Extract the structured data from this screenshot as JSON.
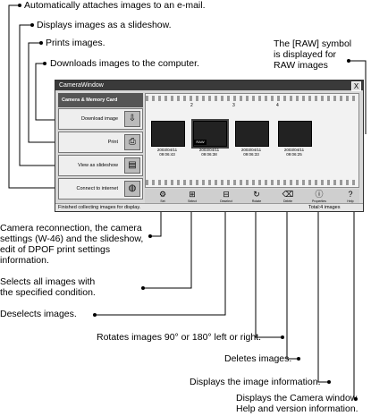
{
  "callouts": {
    "email": "Automatically attaches images to an e-mail.",
    "slideshow": "Displays images as a slideshow.",
    "print": "Prints images.",
    "download": "Downloads images to the computer.",
    "raw_line1": "The [RAW] symbol",
    "raw_line2": "is displayed for",
    "raw_line3": "RAW images",
    "set_line1": "Camera reconnection, the camera",
    "set_line2": "settings (W-46) and the slideshow,",
    "set_line3": "edit of DPOF print settings",
    "set_line4": "information.",
    "select_line1": "Selects all images with",
    "select_line2": "the specified condition.",
    "deselect": "Deselects images.",
    "rotate": "Rotates images 90° or 180° left or right.",
    "delete": "Deletes images.",
    "info": "Displays the image information.",
    "help_line1": "Displays the Camera window",
    "help_line2": "Help and version information."
  },
  "window": {
    "title": "CameraWindow",
    "close": "X",
    "panel_header": "Camera & Memory Card",
    "menu": [
      {
        "label": "Download image",
        "icon": "camera-download-icon",
        "glyph": "⇩"
      },
      {
        "label": "Print",
        "icon": "printer-icon",
        "glyph": "⎙"
      },
      {
        "label": "View as slideshow",
        "icon": "slideshow-icon",
        "glyph": "▤"
      },
      {
        "label": "Connect to internet",
        "icon": "globe-icon",
        "glyph": "◍"
      }
    ],
    "thumbs": [
      {
        "num": "",
        "date1": "2003/04/11",
        "date2": "09:06:43"
      },
      {
        "num": "2",
        "date1": "2003/04/11",
        "date2": "09:06:38"
      },
      {
        "num": "3",
        "date1": "2003/04/11",
        "date2": "09:06:33"
      },
      {
        "num": "4",
        "date1": "2003/04/11",
        "date2": "09:06:25"
      }
    ],
    "raw_badge": "RAW",
    "tools": [
      {
        "name": "set-button",
        "glyph": "⚙",
        "label": "Set"
      },
      {
        "name": "select-button",
        "glyph": "⊞",
        "label": "Select"
      },
      {
        "name": "deselect-button",
        "glyph": "⊟",
        "label": "Deselect"
      },
      {
        "name": "rotate-button",
        "glyph": "↻",
        "label": "Rotate"
      },
      {
        "name": "delete-button",
        "glyph": "⌫",
        "label": "Delete"
      },
      {
        "name": "info-button",
        "glyph": "ⓘ",
        "label": "Properties"
      },
      {
        "name": "help-button",
        "glyph": "?",
        "label": "Help"
      }
    ],
    "status_left": "Finished collecting images for display.",
    "status_right": "Total:4 images"
  }
}
